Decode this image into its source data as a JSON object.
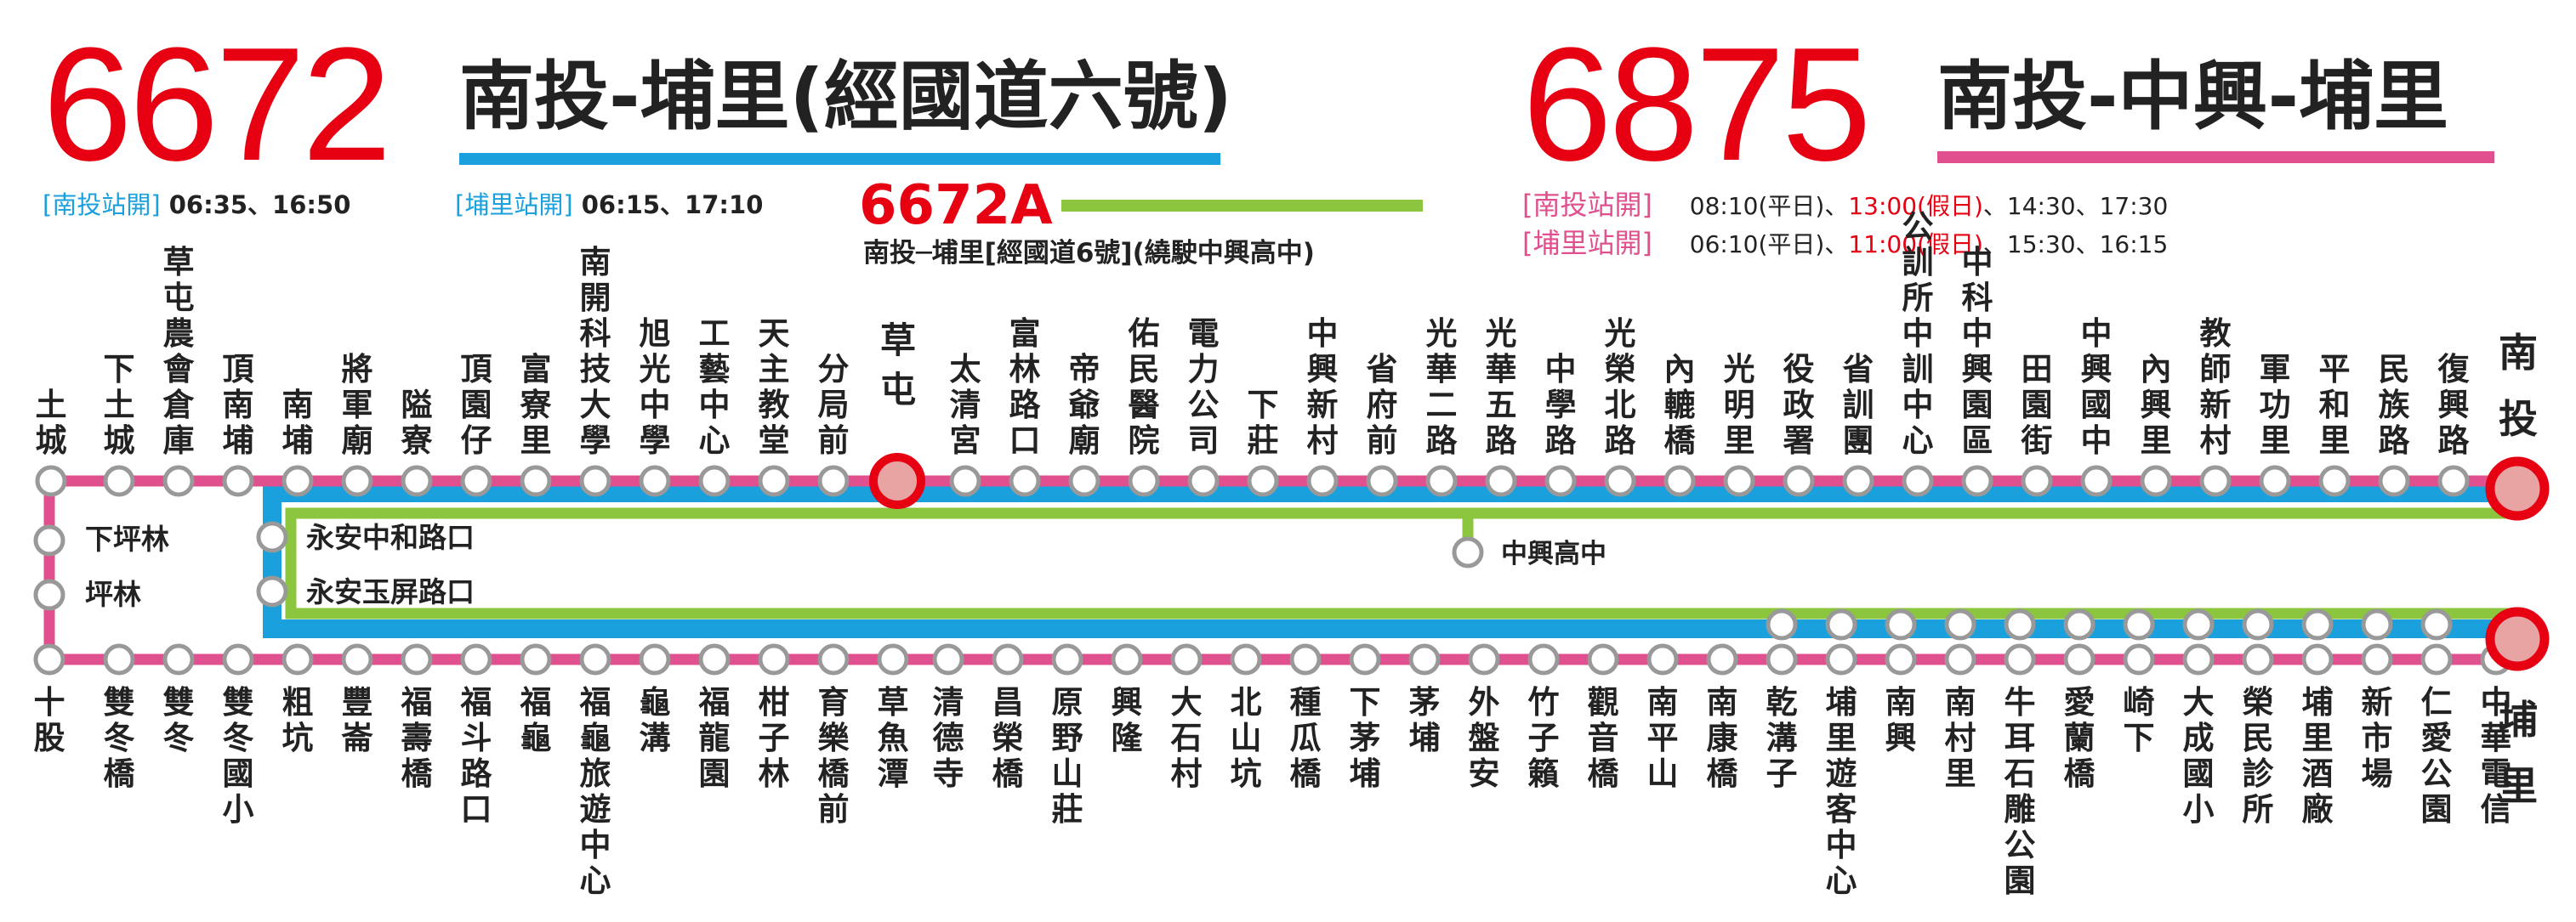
{
  "route_6672": {
    "number": "6672",
    "name": "南投-埔里(經國道六號)",
    "color": "#1aa0dc",
    "schedule": [
      {
        "label": "[南投站開]",
        "times": "06:35、16:50"
      },
      {
        "label": "[埔里站開]",
        "times": "06:15、17:10"
      }
    ]
  },
  "route_6672a": {
    "number": "6672A",
    "description": "南投─埔里[經國道6號](繞駛中興高中)",
    "color": "#8cc63e"
  },
  "route_6875": {
    "number": "6875",
    "name": "南投-中興-埔里",
    "color": "#e0508f",
    "schedule": [
      {
        "label": "[南投站開]",
        "parts": [
          "08:10(平日)、",
          "13:00(假日)",
          "、14:30、17:30"
        ]
      },
      {
        "label": "[埔里站開]",
        "parts": [
          "06:10(平日)、",
          "11:00(假日)",
          "、15:30、16:15"
        ]
      }
    ]
  },
  "terminals": {
    "nantou": "南投",
    "puli": "埔里",
    "caotun": "草屯"
  },
  "top_stops": [
    "土城",
    "下土城",
    "草屯農會倉庫",
    "頂南埔",
    "南埔",
    "將軍廟",
    "隘寮",
    "頂園仔",
    "富寮里",
    "南開科技大學",
    "旭光中學",
    "工藝中心",
    "天主教堂",
    "分局前",
    "草屯",
    "太清宮",
    "富林路口",
    "帝爺廟",
    "佑民醫院",
    "電力公司",
    "下莊",
    "中興新村",
    "省府前",
    "光華二路",
    "光華五路",
    "中學路",
    "光榮北路",
    "內轆橋",
    "光明里",
    "役政署",
    "省訓團",
    "公訓所中訓中心",
    "中科中興園區",
    "田園街",
    "中興國中",
    "內興里",
    "教師新村",
    "軍功里",
    "平和里",
    "民族路",
    "復興路"
  ],
  "bottom_stops": [
    "十股",
    "雙冬橋",
    "雙冬",
    "雙冬國小",
    "粗坑",
    "豐崙",
    "福壽橋",
    "福斗路口",
    "福龜",
    "福龜旅遊中心",
    "龜溝",
    "福龍園",
    "柑子林",
    "育樂橋前",
    "草魚潭",
    "清德寺",
    "昌榮橋",
    "原野山莊",
    "興隆",
    "大石村",
    "北山坑",
    "種瓜橋",
    "下茅埔",
    "茅埔",
    "外盤安",
    "竹子籟",
    "觀音橋",
    "南平山",
    "南康橋",
    "乾溝子",
    "埔里遊客中心",
    "南興",
    "南村里",
    "牛耳石雕公園",
    "愛蘭橋",
    "崎下",
    "大成國小",
    "榮民診所",
    "埔里酒廠",
    "新市場",
    "仁愛公園",
    "中華電信"
  ],
  "side_stops_left": [
    "下坪林",
    "坪林"
  ],
  "side_stops_inner": [
    "永安中和路口",
    "永安玉屏路口"
  ],
  "branch_stop": "中興高中",
  "colors": {
    "red": "#e60012",
    "stop_ring": "#999999",
    "terminal_fill": "#e8a3a3"
  }
}
